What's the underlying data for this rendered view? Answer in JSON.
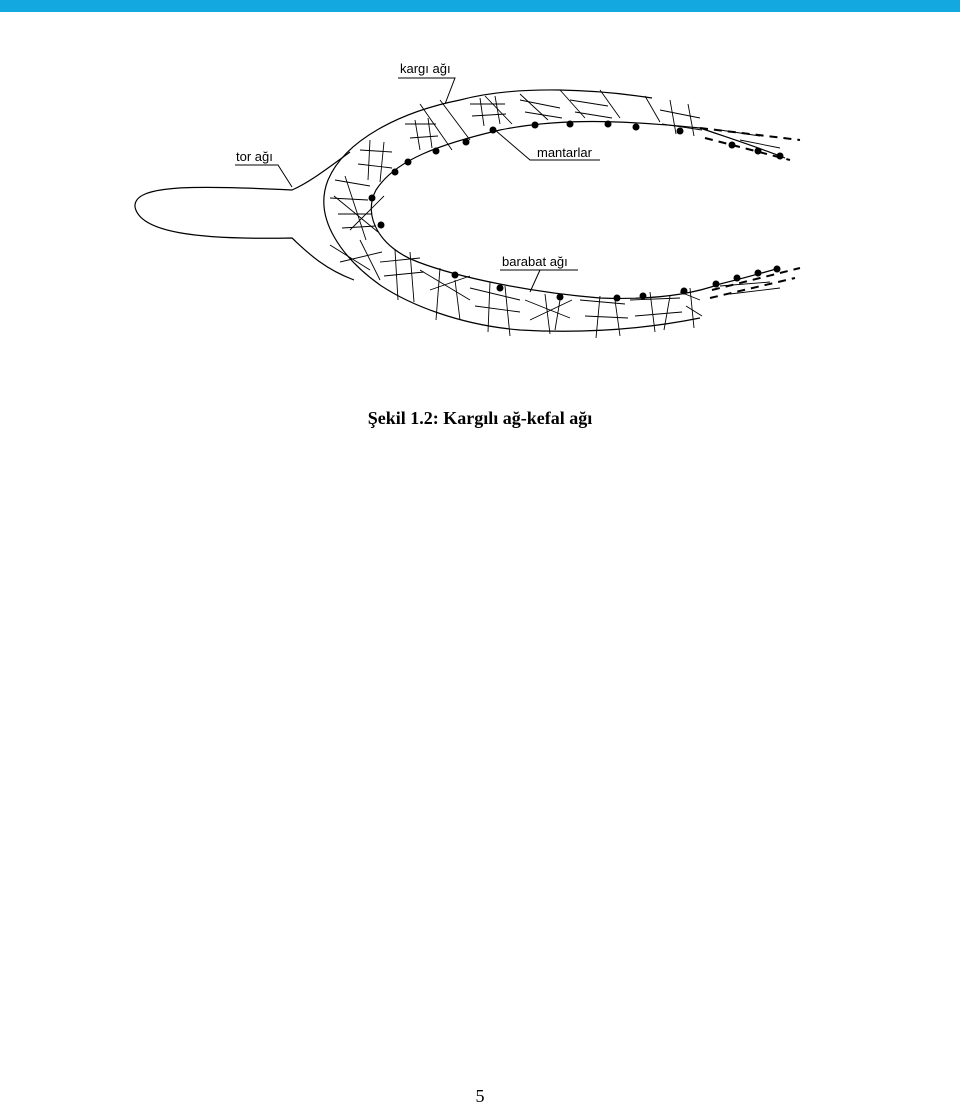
{
  "colors": {
    "top_bar": "#13a8df",
    "ink": "#000000",
    "background": "#ffffff"
  },
  "figure": {
    "labels": {
      "kargi_agi": "kargı ağı",
      "tor_agi": "tor ağı",
      "mantarlar": "mantarlar",
      "barabat_agi": "barabat ağı"
    }
  },
  "caption": "Şekil 1.2: Kargılı ağ-kefal ağı",
  "page_number": "5"
}
